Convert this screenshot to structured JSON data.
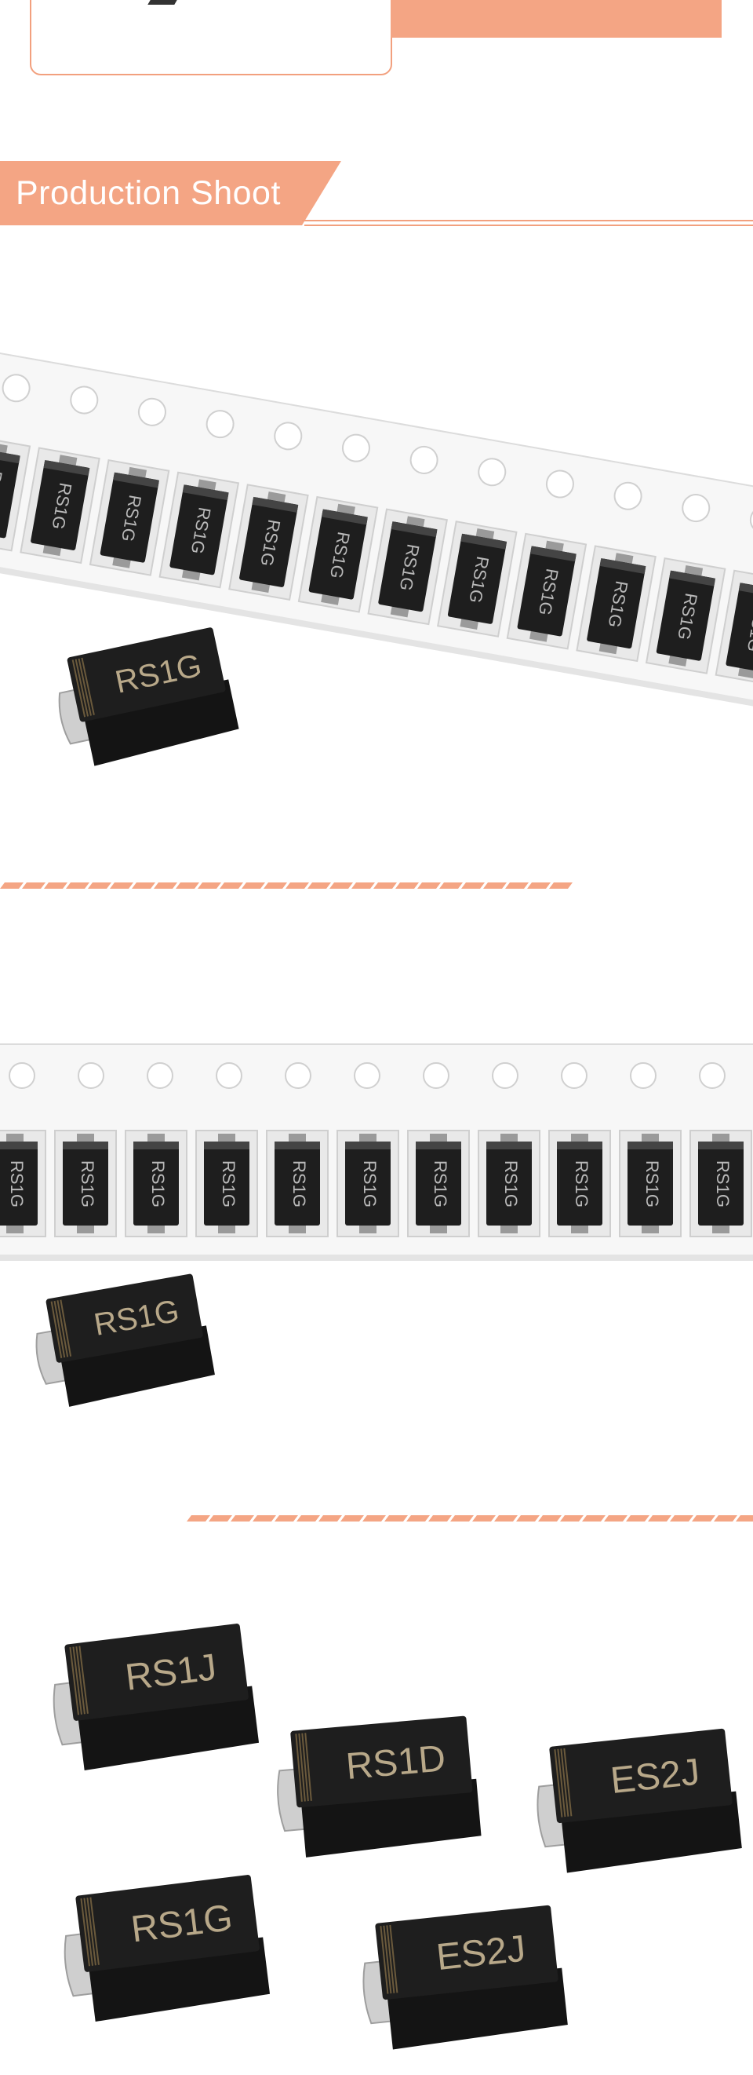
{
  "section": {
    "title": "Production Shoot"
  },
  "colors": {
    "accent": "#f4a584",
    "accent_dark": "#e9865f",
    "part_body": "#1e1e1e",
    "tape": "#f7f7f7"
  },
  "photos": [
    {
      "name": "reel-photo-1",
      "reel_label": "RS1G",
      "loose_part_label": "RS1G"
    },
    {
      "name": "reel-photo-2",
      "reel_label": "RS1G",
      "loose_part_label": "RS1G"
    },
    {
      "name": "parts-photo",
      "part_labels": [
        "RS1J",
        "RS1D",
        "ES2J",
        "RS1G",
        "ES2J"
      ]
    }
  ]
}
